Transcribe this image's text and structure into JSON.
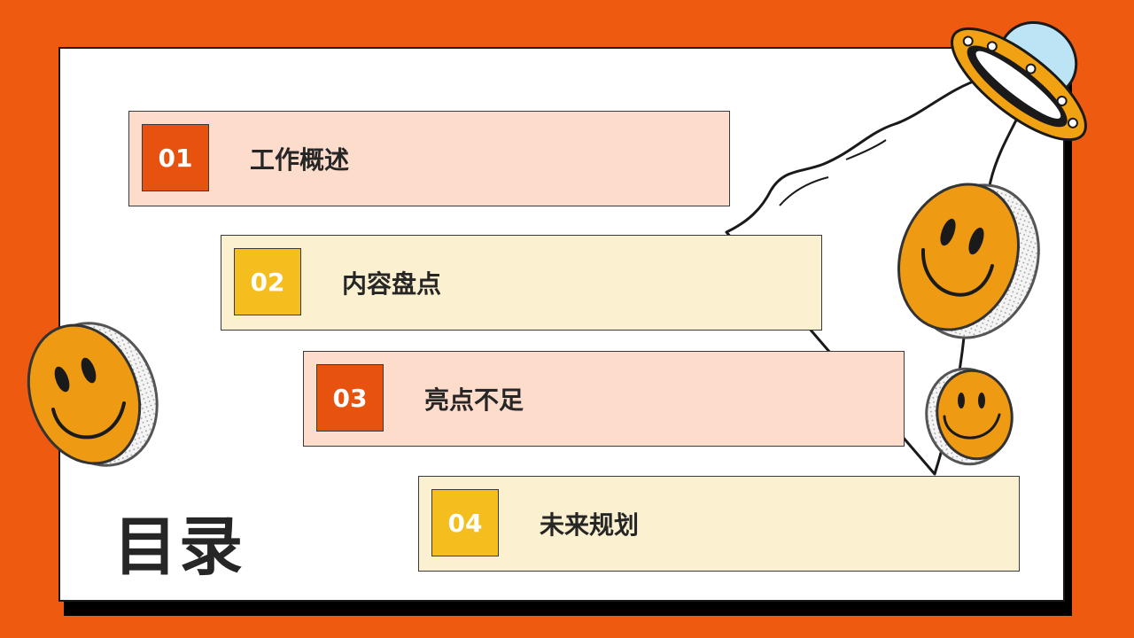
{
  "slide": {
    "title": "目录",
    "colors": {
      "background": "#EE5A0F",
      "orange_box": "#E8520F",
      "orange_fill": "#FDDCCB",
      "yellow_box": "#F3BE1E",
      "yellow_fill": "#FBF0CF"
    }
  },
  "toc": [
    {
      "number": "01",
      "label": "工作概述",
      "style": "orange"
    },
    {
      "number": "02",
      "label": "内容盘点",
      "style": "yellow"
    },
    {
      "number": "03",
      "label": "亮点不足",
      "style": "orange"
    },
    {
      "number": "04",
      "label": "未来规划",
      "style": "yellow"
    }
  ],
  "decorations": [
    "smiley-coin-icon",
    "ufo-icon",
    "tractor-beam"
  ]
}
